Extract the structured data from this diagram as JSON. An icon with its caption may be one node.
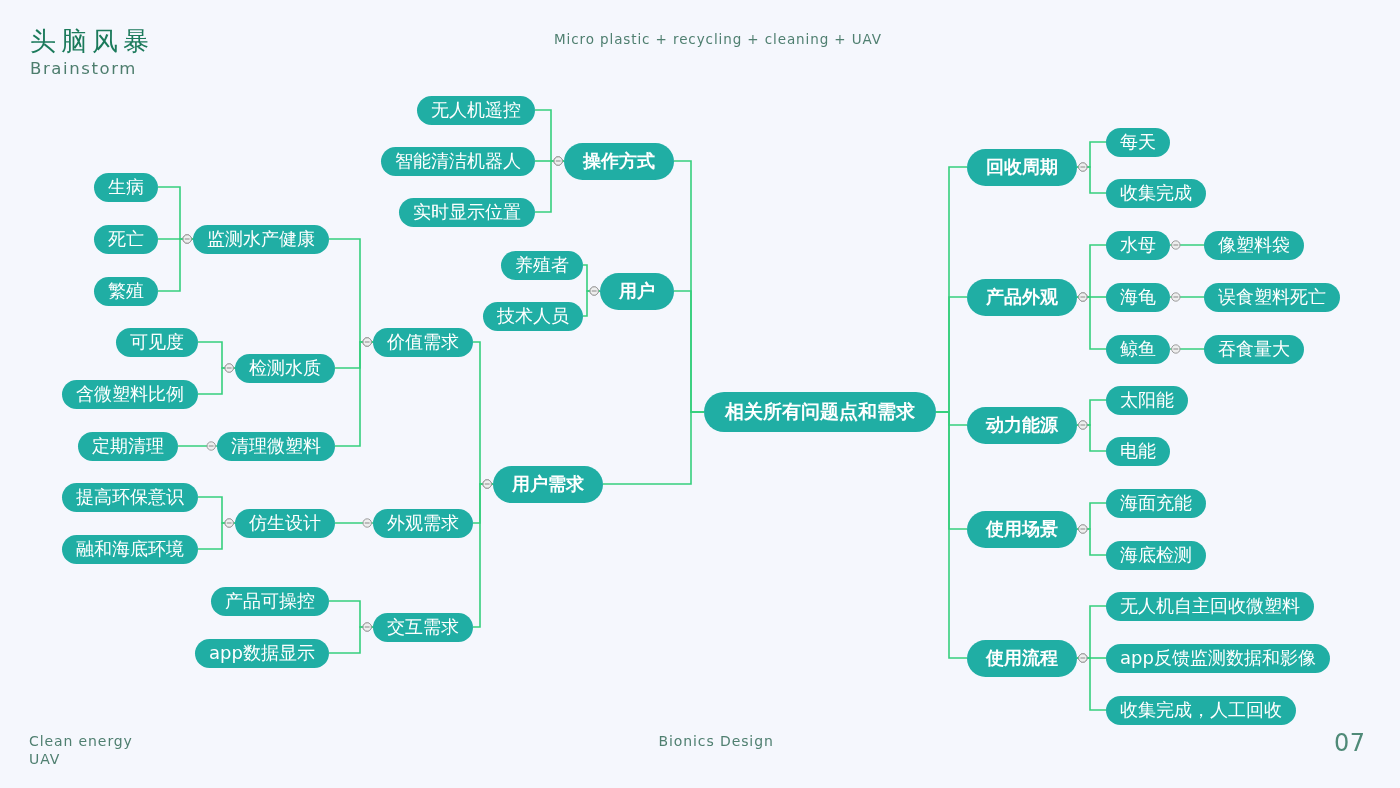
{
  "diagram": {
    "title": "头脑风暴",
    "nodes": [
      {
        "text": [
          "相关所有问题点和需求"
        ]
      },
      {
        "text": [
          "操作方式"
        ]
      },
      {
        "text": [
          "无人机遥控"
        ]
      },
      {
        "text": [
          "智能清洁机器人"
        ]
      },
      {
        "text": [
          "实时显示位置"
        ]
      },
      {
        "text": [
          "用户"
        ]
      },
      {
        "text": [
          "养殖者"
        ]
      },
      {
        "text": [
          "技术人员"
        ]
      },
      {
        "text": [
          "用户需求"
        ]
      },
      {
        "text": [
          "价值需求"
        ]
      },
      {
        "text": [
          "监测水产健康"
        ]
      },
      {
        "text": [
          "生病"
        ]
      },
      {
        "text": [
          "死亡"
        ]
      },
      {
        "text": [
          "繁殖"
        ]
      },
      {
        "text": [
          "检测水质"
        ]
      },
      {
        "text": [
          "可见度"
        ]
      },
      {
        "text": [
          "含微塑料比例"
        ]
      },
      {
        "text": [
          "清理微塑料"
        ]
      },
      {
        "text": [
          "定期清理"
        ]
      },
      {
        "text": [
          "外观需求"
        ]
      },
      {
        "text": [
          "仿生设计"
        ]
      },
      {
        "text": [
          "提高环保意识"
        ]
      },
      {
        "text": [
          "融和海底环境"
        ]
      },
      {
        "text": [
          "交互需求"
        ]
      },
      {
        "text": [
          "产品可操控"
        ]
      },
      {
        "text": [
          "app数据显示"
        ]
      },
      {
        "text": [
          "回收周期"
        ]
      },
      {
        "text": [
          "每天"
        ]
      },
      {
        "text": [
          "收集完成"
        ]
      },
      {
        "text": [
          "产品外观"
        ]
      },
      {
        "text": [
          "水母"
        ]
      },
      {
        "text": [
          "像塑料袋"
        ]
      },
      {
        "text": [
          "海龟"
        ]
      },
      {
        "text": [
          "误食塑料死亡"
        ]
      },
      {
        "text": [
          "鲸鱼"
        ]
      },
      {
        "text": [
          "吞食量大"
        ]
      },
      {
        "text": [
          "动力能源"
        ]
      },
      {
        "text": [
          "太阳能"
        ]
      },
      {
        "text": [
          "电能"
        ]
      },
      {
        "text": [
          "使用场景"
        ]
      },
      {
        "text": [
          "海面充能"
        ]
      },
      {
        "text": [
          "海底检测"
        ]
      },
      {
        "text": [
          "使用流程"
        ]
      },
      {
        "text": [
          "无人机自主回收微塑料"
        ]
      },
      {
        "text": [
          "app反馈监测数据和影像"
        ]
      },
      {
        "text": [
          "收集完成，人工回收"
        ]
      }
    ],
    "edges": [
      {
        "from": 0,
        "to": 1,
        "arrow": "none"
      },
      {
        "from": 0,
        "to": 5,
        "arrow": "none"
      },
      {
        "from": 0,
        "to": 8,
        "arrow": "none"
      },
      {
        "from": 1,
        "to": 2,
        "arrow": "other"
      },
      {
        "from": 1,
        "to": 3,
        "arrow": "other"
      },
      {
        "from": 1,
        "to": 4,
        "arrow": "other"
      },
      {
        "from": 5,
        "to": 6,
        "arrow": "other"
      },
      {
        "from": 5,
        "to": 7,
        "arrow": "other"
      },
      {
        "from": 8,
        "to": 9,
        "arrow": "other"
      },
      {
        "from": 8,
        "to": 19,
        "arrow": "other"
      },
      {
        "from": 8,
        "to": 23,
        "arrow": "other"
      },
      {
        "from": 9,
        "to": 10,
        "arrow": "other"
      },
      {
        "from": 9,
        "to": 14,
        "arrow": "other"
      },
      {
        "from": 9,
        "to": 17,
        "arrow": "other"
      },
      {
        "from": 10,
        "to": 11,
        "arrow": "other"
      },
      {
        "from": 10,
        "to": 12,
        "arrow": "other"
      },
      {
        "from": 10,
        "to": 13,
        "arrow": "other"
      },
      {
        "from": 14,
        "to": 15,
        "arrow": "other"
      },
      {
        "from": 14,
        "to": 16,
        "arrow": "other"
      },
      {
        "from": 17,
        "to": 18,
        "arrow": "other"
      },
      {
        "from": 19,
        "to": 20,
        "arrow": "other"
      },
      {
        "from": 20,
        "to": 21,
        "arrow": "other"
      },
      {
        "from": 20,
        "to": 22,
        "arrow": "other"
      },
      {
        "from": 23,
        "to": 24,
        "arrow": "other"
      },
      {
        "from": 23,
        "to": 25,
        "arrow": "other"
      },
      {
        "from": 0,
        "to": 26,
        "arrow": "none"
      },
      {
        "from": 0,
        "to": 29,
        "arrow": "none"
      },
      {
        "from": 0,
        "to": 36,
        "arrow": "none"
      },
      {
        "from": 0,
        "to": 39,
        "arrow": "none"
      },
      {
        "from": 0,
        "to": 42,
        "arrow": "none"
      },
      {
        "from": 26,
        "to": 27,
        "arrow": "other"
      },
      {
        "from": 26,
        "to": 28,
        "arrow": "other"
      },
      {
        "from": 29,
        "to": 30,
        "arrow": "other"
      },
      {
        "from": 29,
        "to": 32,
        "arrow": "other"
      },
      {
        "from": 29,
        "to": 34,
        "arrow": "other"
      },
      {
        "from": 30,
        "to": 31,
        "arrow": "other"
      },
      {
        "from": 32,
        "to": 33,
        "arrow": "other"
      },
      {
        "from": 34,
        "to": 35,
        "arrow": "other"
      },
      {
        "from": 36,
        "to": 37,
        "arrow": "other"
      },
      {
        "from": 36,
        "to": 38,
        "arrow": "other"
      },
      {
        "from": 39,
        "to": 40,
        "arrow": "other"
      },
      {
        "from": 39,
        "to": 41,
        "arrow": "other"
      },
      {
        "from": 42,
        "to": 43,
        "arrow": "other"
      },
      {
        "from": 42,
        "to": 44,
        "arrow": "other"
      },
      {
        "from": 42,
        "to": 45,
        "arrow": "other"
      }
    ],
    "labels": [
      "Brainstorm",
      "Micro plastic + recycling + cleaning + UAV",
      "Clean energy",
      "UAV",
      "Bionics Design",
      "07"
    ]
  }
}
